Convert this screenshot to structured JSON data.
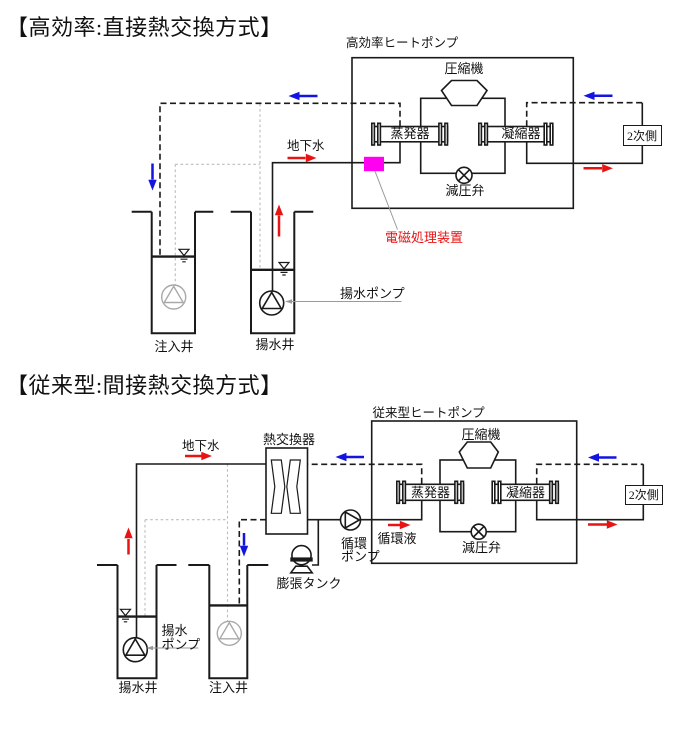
{
  "colors": {
    "line": "#1a1a1a",
    "blue": "#1414e0",
    "red": "#e81414",
    "magenta": "#ff00f0",
    "leader": "#9a9a9a",
    "constr": "#bcbcbc"
  },
  "top_diagram": {
    "title": "【高効率:直接熱交換方式】",
    "heat_pump_label": "高効率ヒートポンプ",
    "compressor": "圧縮機",
    "evaporator": "蒸発器",
    "condenser": "凝縮器",
    "expansion_valve": "減圧弁",
    "secondary_side": "2次側",
    "groundwater": "地下水",
    "em_device": "電磁処理装置",
    "lift_pump": "揚水ポンプ",
    "injection_well": "注入井",
    "pumping_well": "揚水井"
  },
  "bottom_diagram": {
    "title": "【従来型:間接熱交換方式】",
    "heat_pump_label": "従来型ヒートポンプ",
    "heat_exchanger": "熱交換器",
    "compressor": "圧縮機",
    "evaporator": "蒸発器",
    "condenser": "凝縮器",
    "expansion_valve": "減圧弁",
    "secondary_side": "2次側",
    "groundwater": "地下水",
    "circulating_fluid": "循環液",
    "circulation_pump": "循環\nポンプ",
    "expansion_tank": "膨張タンク",
    "lift_pump": "揚水\nポンプ",
    "pumping_well": "揚水井",
    "injection_well": "注入井"
  }
}
